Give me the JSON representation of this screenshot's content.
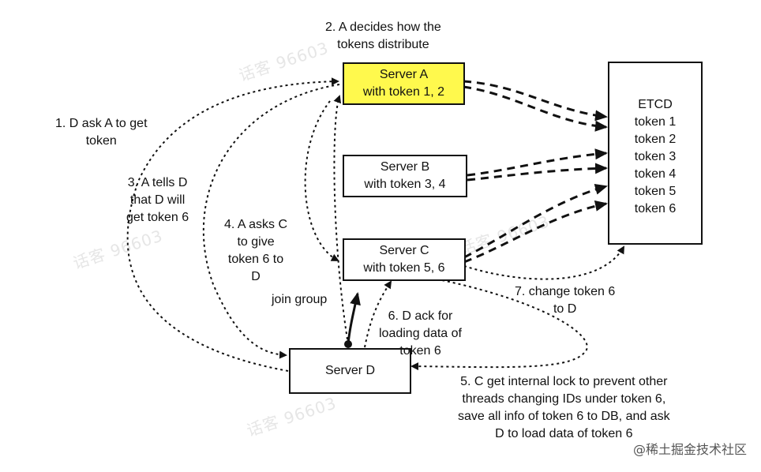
{
  "servers": {
    "a": {
      "line1": "Server A",
      "line2": "with token 1, 2"
    },
    "b": {
      "line1": "Server B",
      "line2": "with token 3, 4"
    },
    "c": {
      "line1": "Server C",
      "line2": "with token 5, 6"
    },
    "d": {
      "line1": "Server D"
    }
  },
  "etcd": {
    "title": "ETCD",
    "tokens": [
      "token 1",
      "token 2",
      "token 3",
      "token 4",
      "token 5",
      "token 6"
    ]
  },
  "steps": {
    "s1": [
      "1. D ask A to get",
      "token"
    ],
    "s2": [
      "2. A decides how the",
      "tokens distribute"
    ],
    "s3": [
      "3. A tells D",
      "that D will",
      "get token 6"
    ],
    "s4": [
      "4. A asks C",
      "to give",
      "token 6 to",
      "D"
    ],
    "join": [
      "join group"
    ],
    "s6": [
      "6. D ack for",
      "loading data of",
      "token 6"
    ],
    "s7": [
      "7. change token 6",
      "to D"
    ],
    "s5": [
      "5. C get internal lock to prevent other",
      "threads changing IDs under token 6,",
      "save all info of token 6 to DB, and ask",
      "D to load data of token 6"
    ]
  },
  "footer": "@稀土掘金技术社区",
  "colors": {
    "highlight": "#fff94d",
    "line": "#111111"
  }
}
